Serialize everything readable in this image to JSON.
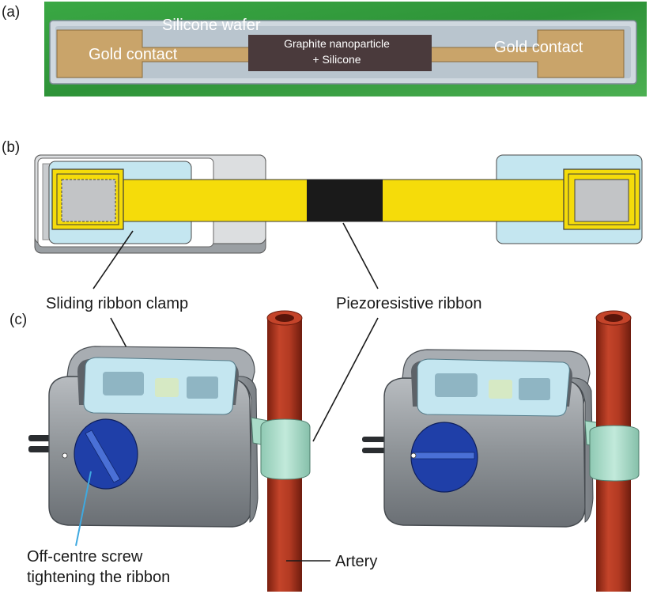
{
  "panels": {
    "a": {
      "label": "(a)",
      "wafer_label": "Silicone wafer",
      "left_contact_label": "Gold contact",
      "right_contact_label": "Gold contact",
      "center_label_line1": "Graphite nanoparticle",
      "center_label_line2": "+ Silicone"
    },
    "b": {
      "label": "(b)"
    },
    "c": {
      "label": "(c)"
    }
  },
  "callouts": {
    "clamp": "Sliding ribbon clamp",
    "ribbon": "Piezoresistive ribbon",
    "screw_line1": "Off-centre screw",
    "screw_line2": "tightening the ribbon",
    "artery": "Artery"
  },
  "colors": {
    "photo_background": "#2f9a3a",
    "gold_contact": "#c9a46a",
    "graphite_silicone": "#4a3a3c",
    "ribbon_yellow": "#f5dc0a",
    "graphite_block": "#1a1a1a",
    "clamp_light_blue": "#c4e6f0",
    "housing_gray": "#8c9196",
    "artery_red": "#b5381f",
    "band_green": "#a9dcc8",
    "screw_blue": "#1f3fa8"
  },
  "icons": [
    "gold-contact-photo",
    "ribbon-schematic",
    "clamp-housing",
    "artery-tube",
    "screw-disc"
  ]
}
